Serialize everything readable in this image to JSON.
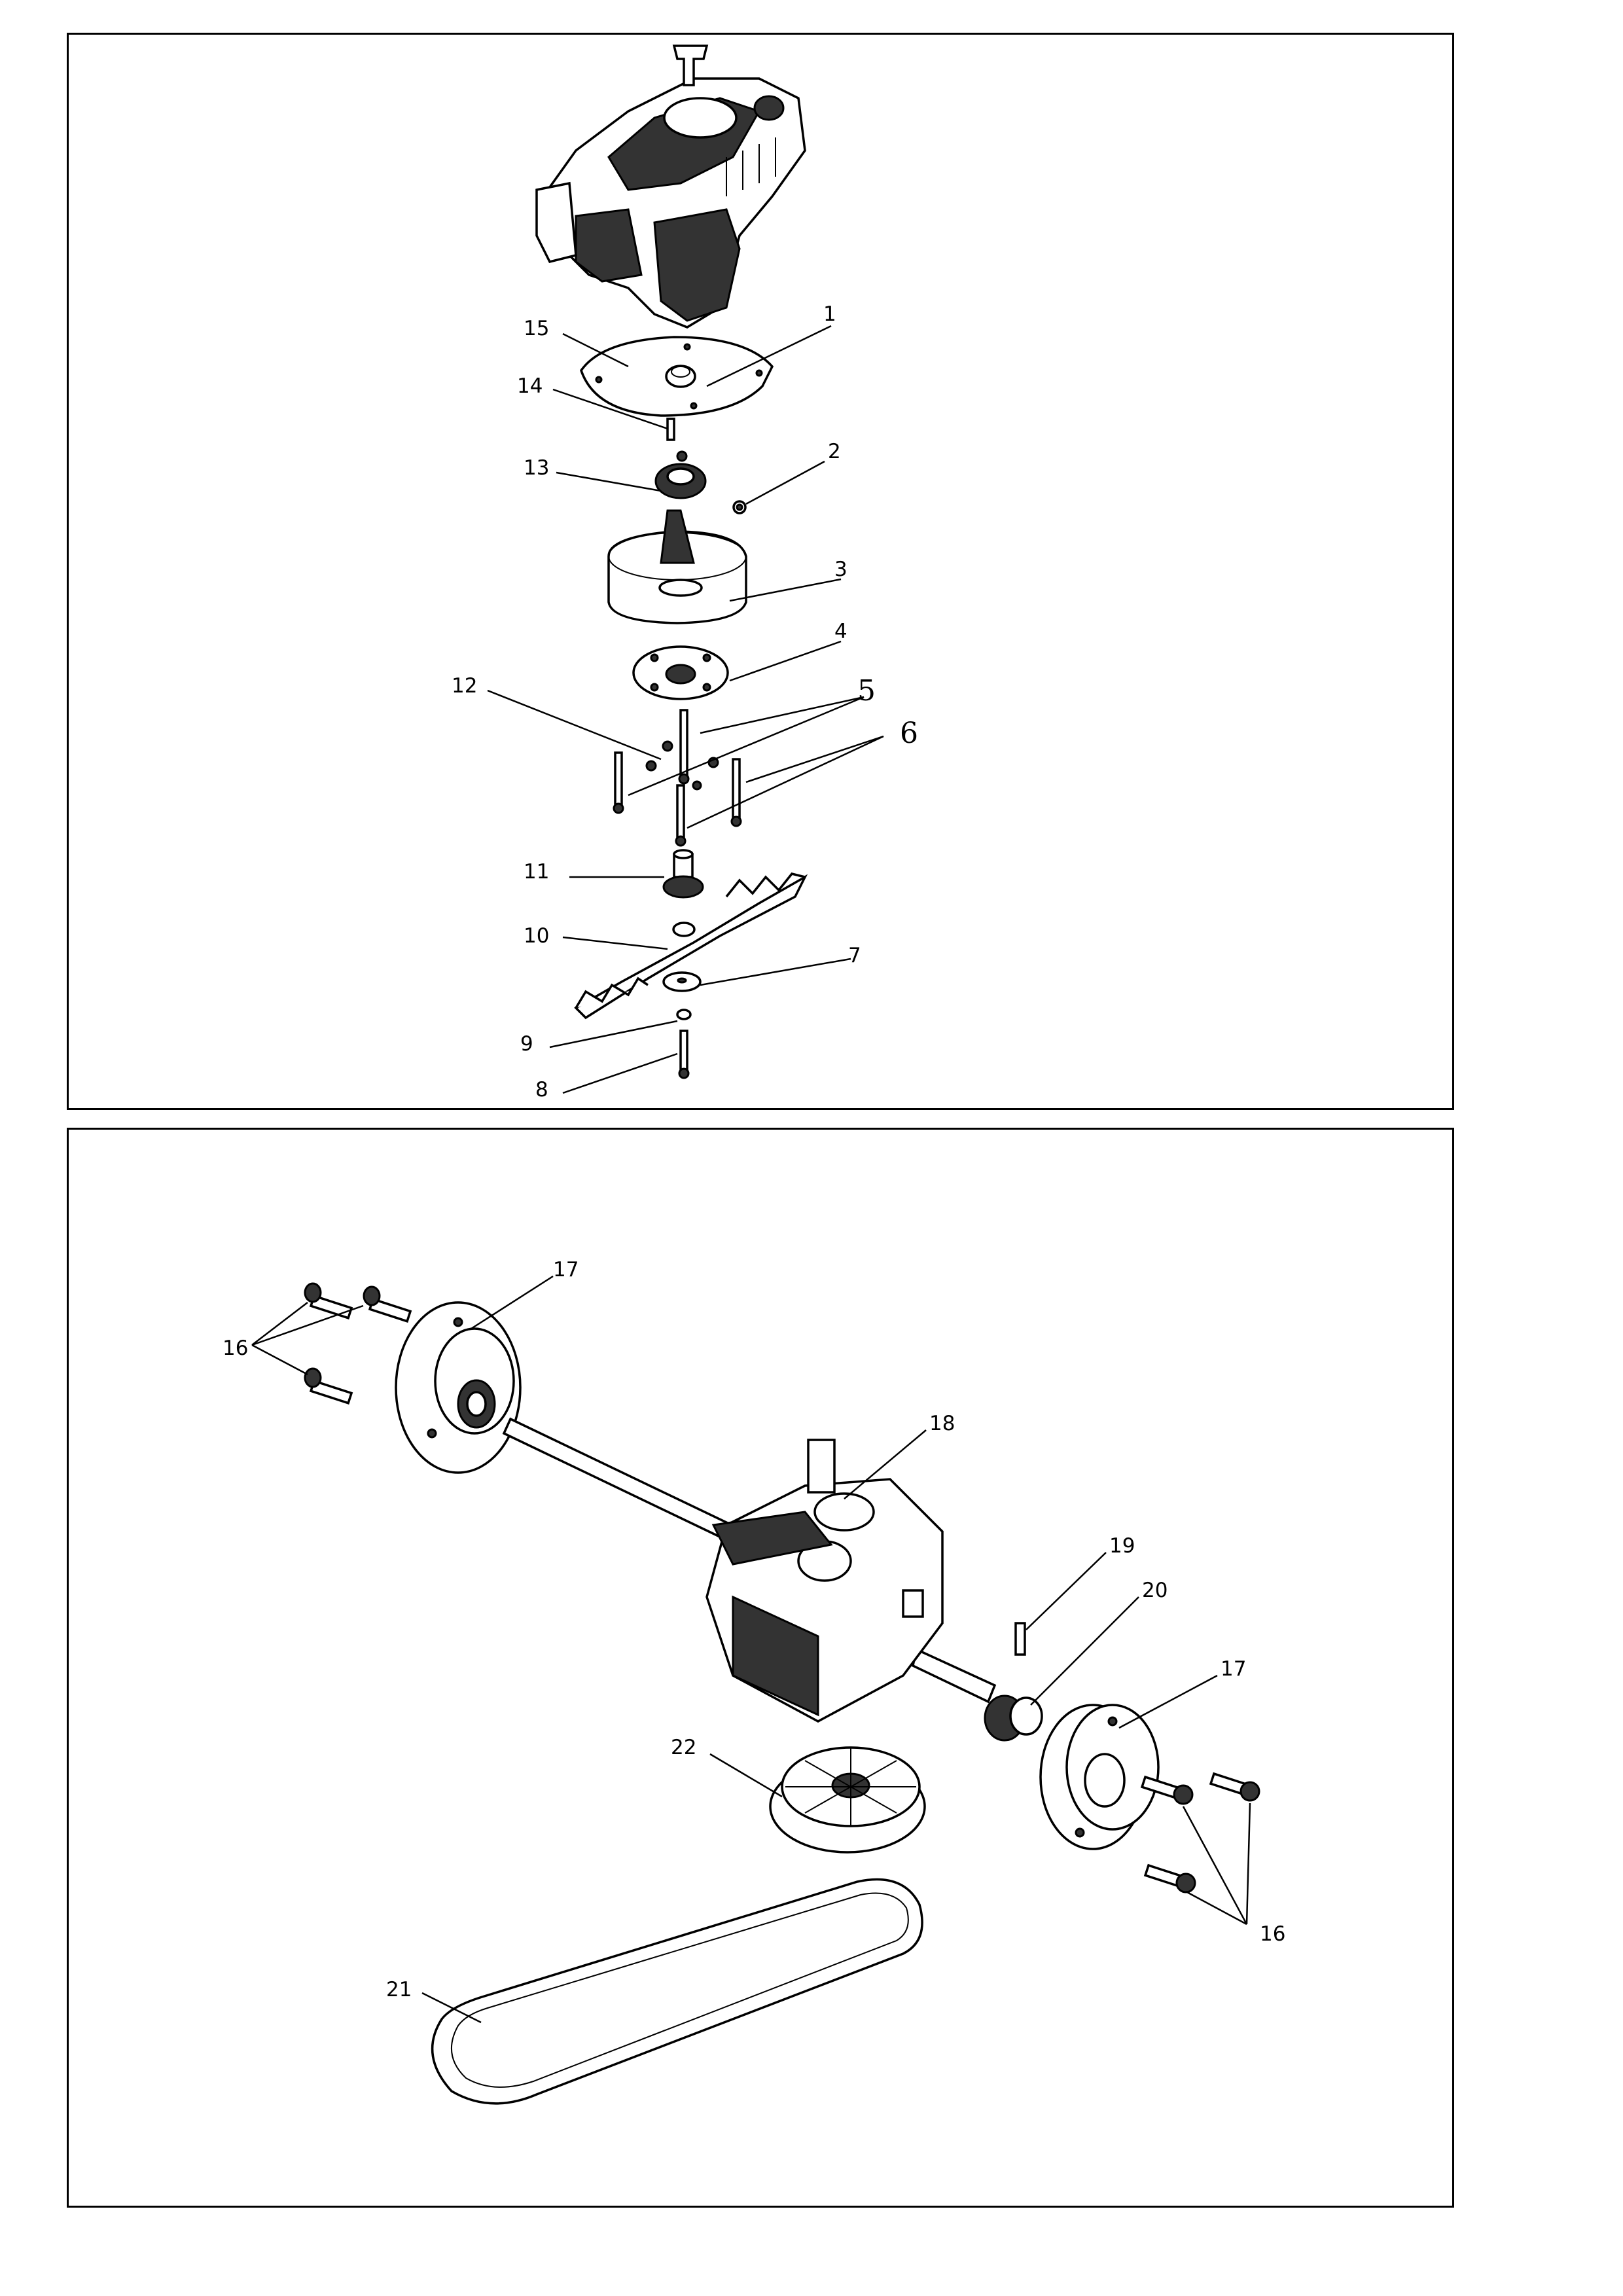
{
  "top_panel": {
    "callouts": [
      {
        "id": "c1",
        "label": "1"
      },
      {
        "id": "c2",
        "label": "2"
      },
      {
        "id": "c3",
        "label": "3"
      },
      {
        "id": "c4",
        "label": "4"
      },
      {
        "id": "c5",
        "label": "5"
      },
      {
        "id": "c6",
        "label": "6"
      },
      {
        "id": "c7",
        "label": "7"
      },
      {
        "id": "c8",
        "label": "8"
      },
      {
        "id": "c9",
        "label": "9"
      },
      {
        "id": "c10",
        "label": "10"
      },
      {
        "id": "c11",
        "label": "11"
      },
      {
        "id": "c12",
        "label": "12"
      },
      {
        "id": "c13",
        "label": "13"
      },
      {
        "id": "c14",
        "label": "14"
      },
      {
        "id": "c15",
        "label": "15"
      }
    ]
  },
  "bottom_panel": {
    "callouts": [
      {
        "id": "c16a",
        "label": "16"
      },
      {
        "id": "c16b",
        "label": "16"
      },
      {
        "id": "c17a",
        "label": "17"
      },
      {
        "id": "c17b",
        "label": "17"
      },
      {
        "id": "c18",
        "label": "18"
      },
      {
        "id": "c19",
        "label": "19"
      },
      {
        "id": "c20",
        "label": "20"
      },
      {
        "id": "c21",
        "label": "21"
      },
      {
        "id": "c22",
        "label": "22"
      }
    ]
  }
}
